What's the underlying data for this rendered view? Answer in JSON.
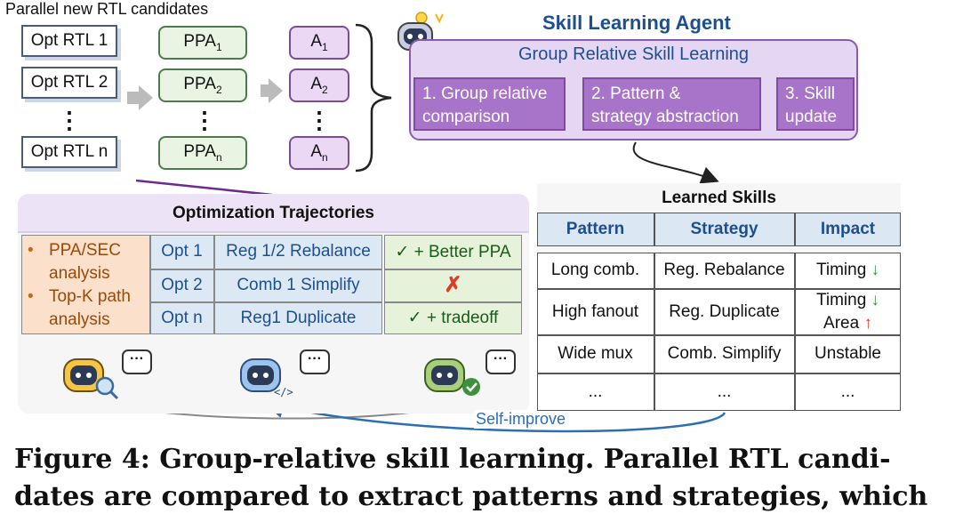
{
  "header": {
    "parallel_label": "Parallel new RTL candidates"
  },
  "candidates": [
    "Opt RTL 1",
    "Opt RTL 2",
    "Opt RTL n"
  ],
  "ppa": [
    {
      "base": "PPA",
      "sub": "1"
    },
    {
      "base": "PPA",
      "sub": "2"
    },
    {
      "base": "PPA",
      "sub": "n"
    }
  ],
  "advantages": [
    {
      "base": "A",
      "sub": "1"
    },
    {
      "base": "A",
      "sub": "2"
    },
    {
      "base": "A",
      "sub": "n"
    }
  ],
  "vdots": "⋮",
  "agent": {
    "title": "Skill Learning Agent",
    "box_title": "Group Relative Skill Learning",
    "steps": [
      "1. Group relative\ncomparison",
      "2. Pattern &\nstrategy abstraction",
      "3. Skill\nupdate"
    ]
  },
  "trajectories": {
    "title": "Optimization Trajectories",
    "analysis": [
      "PPA/SEC\nanalysis",
      "Top-K path\nanalysis"
    ],
    "rows": [
      {
        "opt": "Opt 1",
        "action": "Reg 1/2 Rebalance",
        "result": "✓ + Better PPA"
      },
      {
        "opt": "Opt 2",
        "action": "Comb 1 Simplify",
        "result": "✗"
      },
      {
        "opt": "Opt n",
        "action": "Reg1 Duplicate",
        "result": "✓ + tradeoff"
      }
    ]
  },
  "skills": {
    "title": "Learned Skills",
    "headers": [
      "Pattern",
      "Strategy",
      "Impact"
    ],
    "rows": [
      {
        "pattern": "Long comb.",
        "strategy": "Reg. Rebalance",
        "impact": [
          {
            "text": "Timing",
            "arrow": "↓"
          }
        ]
      },
      {
        "pattern": "High fanout",
        "strategy": "Reg. Duplicate",
        "impact": [
          {
            "text": "Timing",
            "arrow": "↓"
          },
          {
            "text": "Area",
            "arrow": "↑"
          }
        ]
      },
      {
        "pattern": "Wide mux",
        "strategy": "Comb. Simplify",
        "impact": [
          {
            "text": "Unstable",
            "arrow": ""
          }
        ]
      },
      {
        "pattern": "...",
        "strategy": "...",
        "impact": [
          {
            "text": "...",
            "arrow": ""
          }
        ]
      }
    ]
  },
  "self_improve": "Self-improve",
  "caption": [
    "Figure 4: Group-relative skill learning. Parallel RTL candi-",
    "dates are compared to extract patterns and strategies, which"
  ],
  "colors": {
    "purple": "#a874c9",
    "green_check": "#2f9a2f",
    "red_x": "#e03a2a",
    "blue_header": "#1d4f8f"
  }
}
